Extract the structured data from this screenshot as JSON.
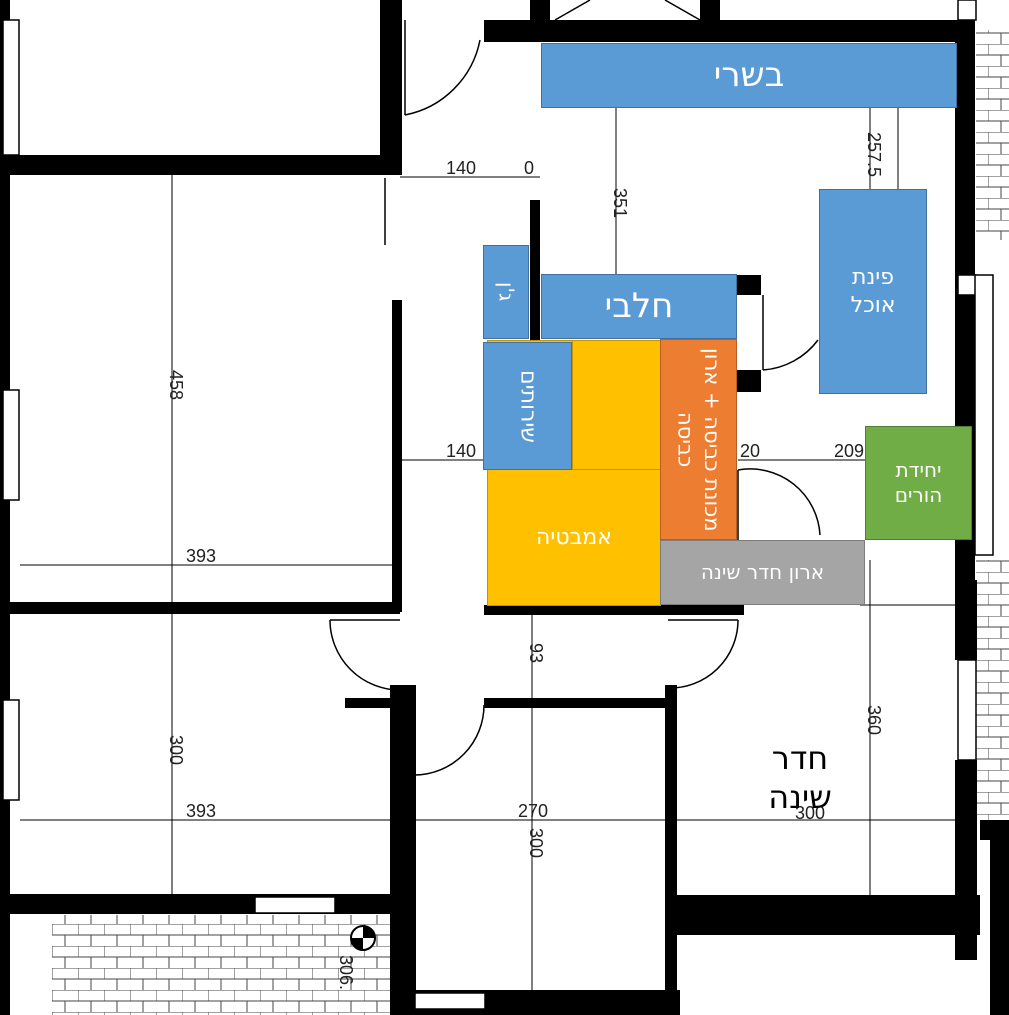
{
  "dimensions": {
    "d140_top": "140",
    "d0_top": "0",
    "d351": "351",
    "d257_5": "257.5",
    "d458": "458",
    "d140_mid": "140",
    "d20": "20",
    "d209": "209",
    "d393_upper": "393",
    "d93": "93",
    "d300_left": "300",
    "d393_lower": "393",
    "d270": "270",
    "d300_center": "300",
    "d360": "360",
    "d300_right": "300",
    "d306_bottom": "306."
  },
  "zones": {
    "meat": "בשרי",
    "dairy": "חלבי",
    "pantry": "ג'ן",
    "dining": "פינת\nאוכל",
    "services": "שירותים",
    "laundry": "מכונת כביסה + ארון\nכביסה",
    "bathtub": "אמבטיה",
    "parents": "יחידת\nהורים",
    "wardrobe": "ארון חדר שינה"
  },
  "rooms": {
    "bedroom": "חדר\nשינה"
  },
  "colors": {
    "blue": "#5b9bd5",
    "yellow": "#ffc000",
    "orange": "#ed7d31",
    "green": "#70ad47",
    "grey": "#a5a5a5",
    "wall": "#000000"
  }
}
